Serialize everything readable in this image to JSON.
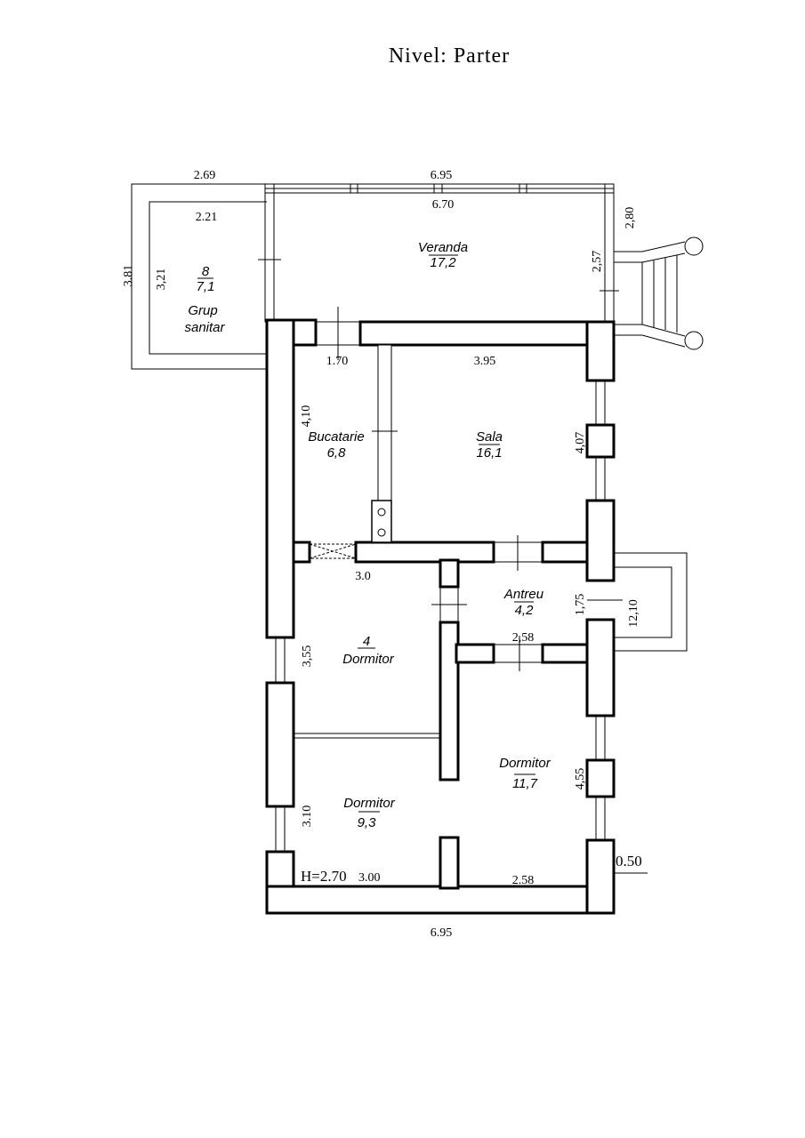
{
  "title": "Nivel: Parter",
  "rooms": {
    "veranda": {
      "name": "Veranda",
      "area": "17,2"
    },
    "grup_sanitar": {
      "number": "8",
      "area": "7,1",
      "name_line1": "Grup",
      "name_line2": "sanitar"
    },
    "bucatarie": {
      "name": "Bucatarie",
      "area": "6,8"
    },
    "sala": {
      "name": "Sala",
      "area": "16,1"
    },
    "antreu": {
      "name": "Antreu",
      "area": "4,2"
    },
    "dormitor_4": {
      "number": "4",
      "name": "Dormitor"
    },
    "dormitor_93": {
      "name": "Dormitor",
      "area": "9,3"
    },
    "dormitor_117": {
      "name": "Dormitor",
      "area": "11,7"
    }
  },
  "dimensions": {
    "top_left": "2.69",
    "top_main": "6.95",
    "veranda_inner": "6.70",
    "sanitar_inner": "2.21",
    "left_outer": "3.81",
    "sanitar_height": "3,21",
    "veranda_right_outer": "2,80",
    "veranda_right_inner": "2,57",
    "bucatarie_width": "1.70",
    "sala_width": "3.95",
    "bucatarie_height": "4,10",
    "sala_height": "4,07",
    "corridor": "3.0",
    "antreu_width": "2,58",
    "antreu_height": "1,75",
    "porch": "12,10",
    "dormitor4_height": "3,55",
    "dormitor93_height": "3.10",
    "dormitor117_height": "4,55",
    "ceiling_height": "H=2.70",
    "dormitor93_width": "3.00",
    "dormitor117_width": "2.58",
    "wall_thickness": "0.50",
    "bottom_total": "6.95"
  }
}
